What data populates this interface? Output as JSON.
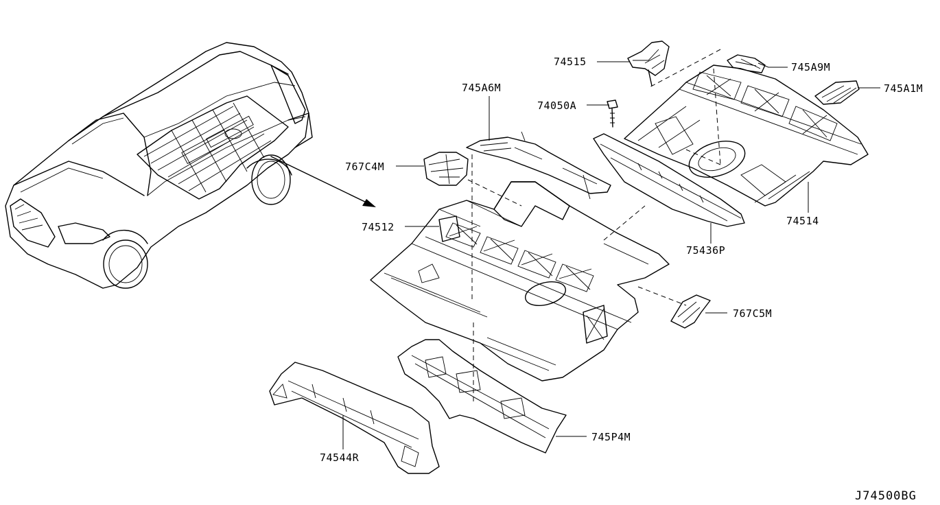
{
  "diagram": {
    "reference_code": "J74500BG",
    "parts": [
      {
        "id": "74515",
        "label": "74515"
      },
      {
        "id": "745A9M",
        "label": "745A9M"
      },
      {
        "id": "745A6M",
        "label": "745A6M"
      },
      {
        "id": "74050A",
        "label": "74050A"
      },
      {
        "id": "745A1M",
        "label": "745A1M"
      },
      {
        "id": "767C4M",
        "label": "767C4M"
      },
      {
        "id": "74512",
        "label": "74512"
      },
      {
        "id": "74514",
        "label": "74514"
      },
      {
        "id": "75436P",
        "label": "75436P"
      },
      {
        "id": "767C5M",
        "label": "767C5M"
      },
      {
        "id": "745P4M",
        "label": "745P4M"
      },
      {
        "id": "74544R",
        "label": "74544R"
      }
    ]
  },
  "colors": {
    "ink": "#000000",
    "background": "#ffffff"
  }
}
